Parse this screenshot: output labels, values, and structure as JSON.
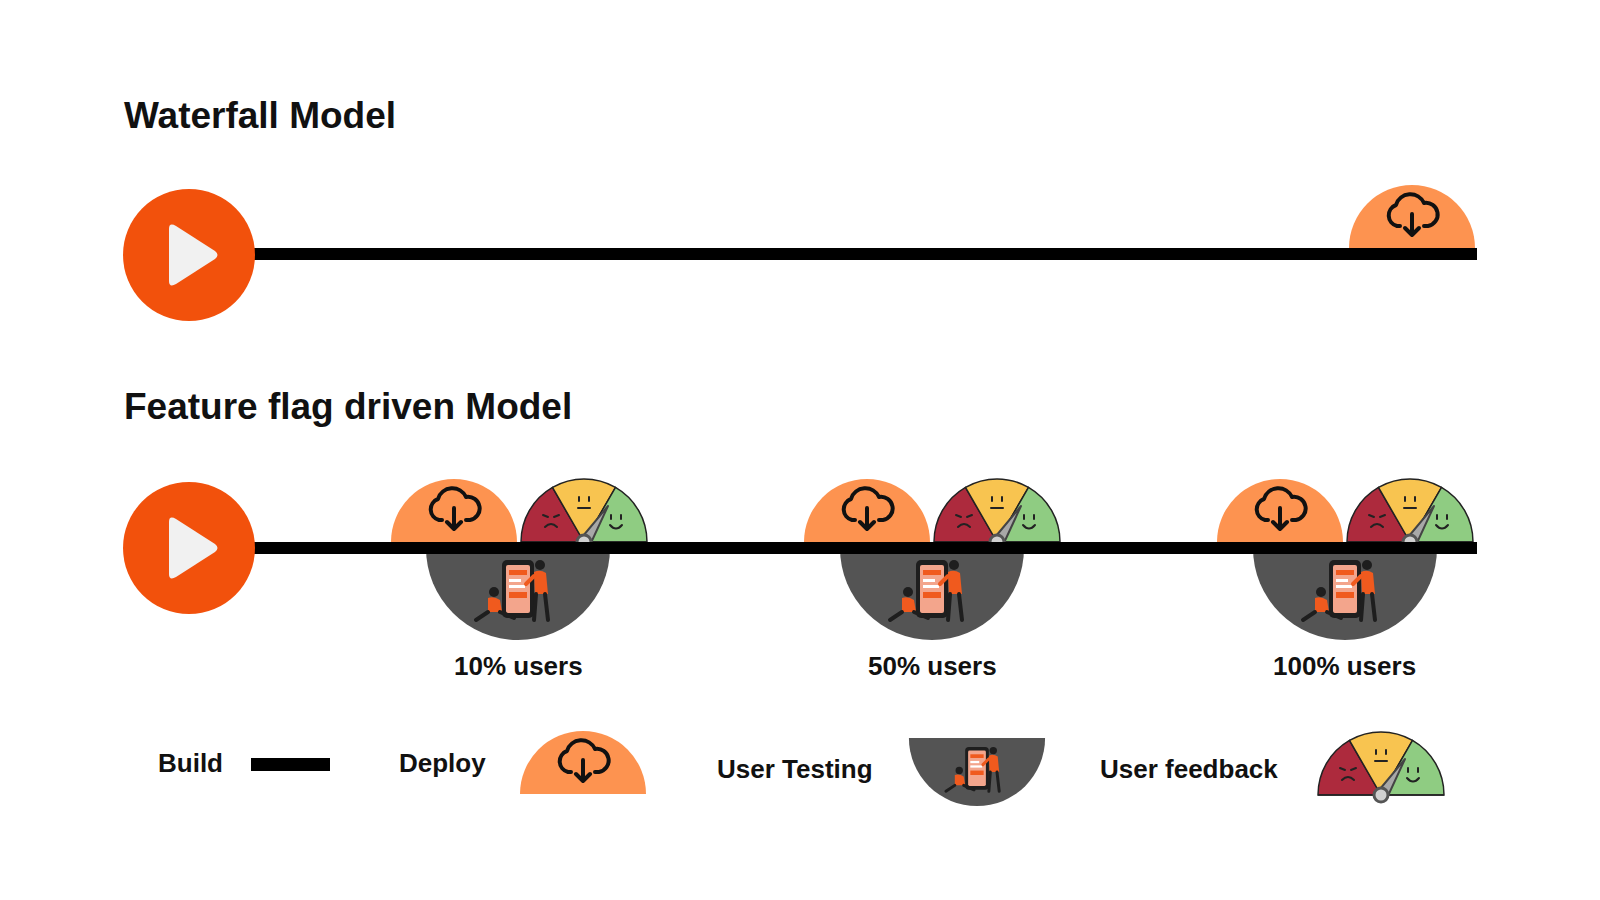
{
  "diagram": {
    "labels": [
      "Waterfall Model",
      "Feature flag driven Model",
      "10% users",
      "50% users",
      "100% users"
    ],
    "legend": [
      {
        "text": "Build"
      },
      {
        "text": "Deploy"
      },
      {
        "text": "User Testing"
      },
      {
        "text": "User feedback"
      }
    ]
  }
}
